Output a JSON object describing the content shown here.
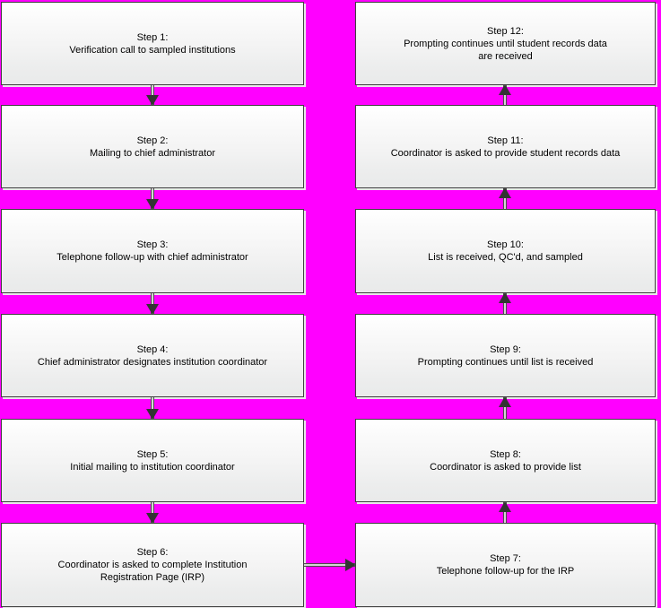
{
  "diagram": {
    "title": "Institution data collection process flowchart",
    "background_color": "#FF00FF",
    "node_border_color": "#404040",
    "node_fill_top": "#FFFFFF",
    "node_fill_bottom": "#E9EAEA",
    "connector_color": "#333333"
  },
  "nodes": {
    "step1": {
      "label": "Step 1:\nVerification call to sampled institutions"
    },
    "step2": {
      "label": "Step 2:\nMailing to chief administrator"
    },
    "step3": {
      "label": "Step 3:\nTelephone follow-up with chief administrator"
    },
    "step4": {
      "label": "Step 4:\nChief administrator designates institution coordinator"
    },
    "step5": {
      "label": "Step 5:\nInitial mailing to institution coordinator"
    },
    "step6": {
      "label": "Step 6:\nCoordinator is asked to complete Institution\nRegistration Page (IRP)"
    },
    "step7": {
      "label": "Step 7:\nTelephone follow-up for the IRP"
    },
    "step8": {
      "label": "Step 8:\nCoordinator is asked to provide list"
    },
    "step9": {
      "label": "Step 9:\nPrompting continues until list is received"
    },
    "step10": {
      "label": "Step 10:\nList is received, QC'd, and sampled"
    },
    "step11": {
      "label": "Step 11:\nCoordinator is asked to provide student records data"
    },
    "step12": {
      "label": "Step 12:\nPrompting continues until student records data\nare received"
    }
  },
  "connectors": [
    {
      "from": "step1",
      "to": "step2",
      "direction": "down"
    },
    {
      "from": "step2",
      "to": "step3",
      "direction": "down"
    },
    {
      "from": "step3",
      "to": "step4",
      "direction": "down"
    },
    {
      "from": "step4",
      "to": "step5",
      "direction": "down"
    },
    {
      "from": "step5",
      "to": "step6",
      "direction": "down"
    },
    {
      "from": "step6",
      "to": "step7",
      "direction": "right"
    },
    {
      "from": "step7",
      "to": "step8",
      "direction": "up"
    },
    {
      "from": "step8",
      "to": "step9",
      "direction": "up"
    },
    {
      "from": "step9",
      "to": "step10",
      "direction": "up"
    },
    {
      "from": "step10",
      "to": "step11",
      "direction": "up"
    },
    {
      "from": "step11",
      "to": "step12",
      "direction": "up"
    }
  ]
}
